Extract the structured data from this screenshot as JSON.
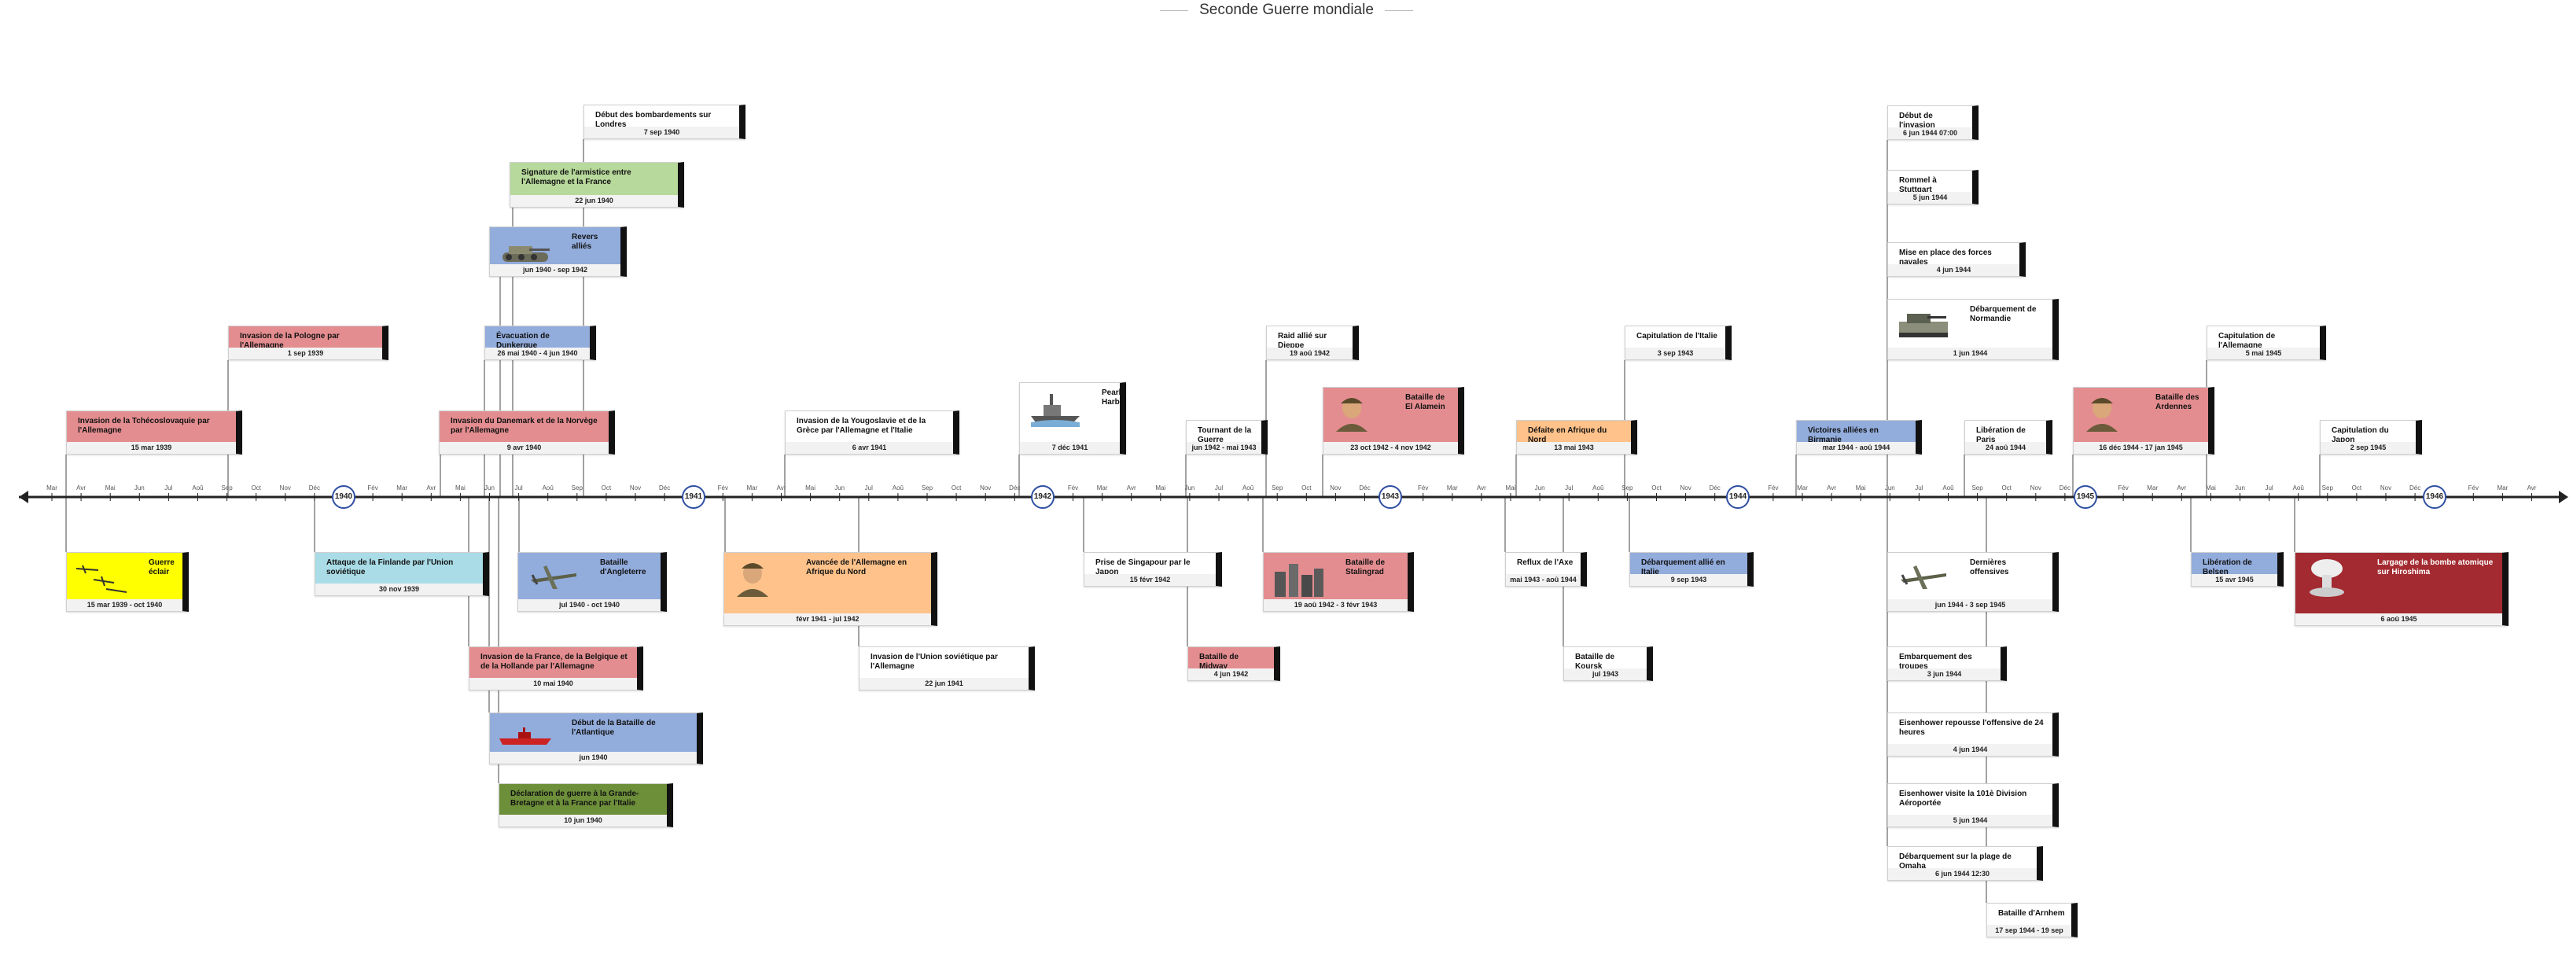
{
  "title": "Seconde Guerre mondiale",
  "colors": {
    "red": "#e48d90",
    "blue": "#92acdc",
    "green": "#b7d99b",
    "darkgreen": "#6d8f3a",
    "yellow": "#ffff00",
    "cyan": "#a9dce6",
    "orange": "#ffc28a",
    "white": "#ffffff",
    "maroon": "#a32a30",
    "purple": "#b887d6"
  },
  "year_marks": [
    "1940",
    "1941",
    "1942",
    "1943",
    "1944",
    "1945",
    "1946"
  ],
  "month_labels": [
    "Mar",
    "Avr",
    "Mai",
    "Jun",
    "Jul",
    "Aoû",
    "Sep",
    "Oct",
    "Nov",
    "Déc",
    "Fév"
  ],
  "events": [
    {
      "id": "dbl",
      "title": "Début des bombardements sur Londres",
      "date": "7 sep 1940",
      "color": "white"
    },
    {
      "id": "arm",
      "title": "Signature de l'armistice entre l'Allemagne et la France",
      "date": "22 jun 1940",
      "color": "green"
    },
    {
      "id": "rev",
      "title": "Revers alliés",
      "date": "jun 1940 - sep 1942",
      "color": "blue",
      "icon": "tank-icon"
    },
    {
      "id": "pol",
      "title": "Invasion de la Pologne par l'Allemagne",
      "date": "1 sep 1939",
      "color": "red"
    },
    {
      "id": "dun",
      "title": "Évacuation de Dunkerque",
      "date": "26 mai 1940 - 4 jun 1940",
      "color": "blue"
    },
    {
      "id": "tch",
      "title": "Invasion de la Tchécoslovaquie par l'Allemagne",
      "date": "15 mar 1939",
      "color": "red"
    },
    {
      "id": "dan",
      "title": "Invasion du Danemark et de la Norvège par l'Allemagne",
      "date": "9 avr 1940",
      "color": "red"
    },
    {
      "id": "you",
      "title": "Invasion de la Yougoslavie et de la Grèce par l'Allemagne et l'Italie",
      "date": "6 avr 1941",
      "color": "white"
    },
    {
      "id": "pea",
      "title": "Pearl Harbor",
      "date": "7 déc 1941",
      "color": "white",
      "icon": "ship-icon"
    },
    {
      "id": "rai",
      "title": "Raid allié sur Dieppe",
      "date": "19 aoû 1942",
      "color": "white"
    },
    {
      "id": "tou",
      "title": "Tournant de la Guerre",
      "date": "jun 1942 - mai 1943",
      "color": "white"
    },
    {
      "id": "ela",
      "title": "Bataille de El Alamein",
      "date": "23 oct 1942 - 4 nov 1942",
      "color": "red",
      "icon": "soldier-icon"
    },
    {
      "id": "daf",
      "title": "Défaite en Afrique du Nord",
      "date": "13 mai 1943",
      "color": "orange"
    },
    {
      "id": "cit",
      "title": "Capitulation de l'Italie",
      "date": "3 sep 1943",
      "color": "white"
    },
    {
      "id": "bir",
      "title": "Victoires alliées en Birmanie",
      "date": "mar 1944 - aoû 1944",
      "color": "blue"
    },
    {
      "id": "deb",
      "title": "Début de l'invasion",
      "date": "6 jun 1944 07:00",
      "color": "white"
    },
    {
      "id": "rom",
      "title": "Rommel à Stuttgart",
      "date": "5 jun 1944",
      "color": "white"
    },
    {
      "id": "mep",
      "title": "Mise en place des forces navales",
      "date": "4 jun 1944",
      "color": "white"
    },
    {
      "id": "dnm",
      "title": "Débarquement de Normandie",
      "date": "1 jun 1944",
      "color": "white",
      "icon": "tank2-icon"
    },
    {
      "id": "lib",
      "title": "Libération de Paris",
      "date": "24 aoû 1944",
      "color": "white"
    },
    {
      "id": "ard",
      "title": "Bataille des Ardennes",
      "date": "16 déc 1944 - 17 jan 1945",
      "color": "red",
      "icon": "soldier-icon"
    },
    {
      "id": "cal",
      "title": "Capitulation de l'Allemagne",
      "date": "5 mai 1945",
      "color": "white"
    },
    {
      "id": "cja",
      "title": "Capitulation du Japon",
      "date": "2 sep 1945",
      "color": "white"
    },
    {
      "id": "gue",
      "title": "Guerre éclair",
      "date": "15 mar 1939 - oct 1940",
      "color": "yellow",
      "icon": "planes-icon"
    },
    {
      "id": "fin",
      "title": "Attaque de la Finlande par l'Union soviétique",
      "date": "30 nov 1939",
      "color": "cyan"
    },
    {
      "id": "ang",
      "title": "Bataille d'Angleterre",
      "date": "jul 1940 - oct 1940",
      "color": "blue",
      "icon": "plane-icon"
    },
    {
      "id": "fra",
      "title": "Invasion de la France, de la Belgique et de la Hollande par l'Allemagne",
      "date": "10 mai 1940",
      "color": "red"
    },
    {
      "id": "atl",
      "title": "Début de la Bataille de l'Atlantique",
      "date": "jun 1940",
      "color": "blue",
      "icon": "boat-icon"
    },
    {
      "id": "dec",
      "title": "Déclaration de guerre à la Grande-Bretagne et à la France par l'Italie",
      "date": "10 jun 1940",
      "color": "darkgreen"
    },
    {
      "id": "afr",
      "title": "Avancée de l'Allemagne en Afrique du Nord",
      "date": "févr 1941 - jul 1942",
      "color": "orange",
      "icon": "soldier-icon"
    },
    {
      "id": "urs",
      "title": "Invasion de l'Union soviétique par l'Allemagne",
      "date": "22 jun 1941",
      "color": "white"
    },
    {
      "id": "sin",
      "title": "Prise de Singapour par le Japon",
      "date": "15 févr 1942",
      "color": "white"
    },
    {
      "id": "mid",
      "title": "Bataille de Midway",
      "date": "4 jun 1942",
      "color": "red"
    },
    {
      "id": "sta",
      "title": "Bataille de Stalingrad",
      "date": "19 aoû 1942 - 3 févr 1943",
      "color": "red",
      "icon": "ruins-icon"
    },
    {
      "id": "ref",
      "title": "Reflux de l'Axe",
      "date": "mai 1943 - aoû 1944",
      "color": "white"
    },
    {
      "id": "kou",
      "title": "Bataille de Koursk",
      "date": "jul 1943",
      "color": "white"
    },
    {
      "id": "ita",
      "title": "Débarquement allié en Italie",
      "date": "9 sep 1943",
      "color": "blue"
    },
    {
      "id": "der",
      "title": "Dernières offensives",
      "date": "jun 1944 - 3 sep 1945",
      "color": "white",
      "icon": "plane-icon"
    },
    {
      "id": "emb",
      "title": "Embarquement des troupes",
      "date": "3 jun 1944",
      "color": "white"
    },
    {
      "id": "eis",
      "title": "Eisenhower repousse l'offensive de 24 heures",
      "date": "4 jun 1944",
      "color": "white"
    },
    {
      "id": "vis",
      "title": "Eisenhower visite la 101è Division Aéroportée",
      "date": "5 jun 1944",
      "color": "white"
    },
    {
      "id": "oma",
      "title": "Débarquement sur la plage de Omaha",
      "date": "6 jun 1944 12:30",
      "color": "white"
    },
    {
      "id": "arn",
      "title": "Bataille d'Arnhem",
      "date": "17 sep 1944 - 19 sep 1944",
      "color": "white"
    },
    {
      "id": "bel",
      "title": "Libération de Belsen",
      "date": "15 avr 1945",
      "color": "blue"
    },
    {
      "id": "hir",
      "title": "Largage de la bombe atomique sur Hiroshima",
      "date": "6 aoû 1945",
      "color": "maroon",
      "icon": "mushroom-icon"
    }
  ]
}
